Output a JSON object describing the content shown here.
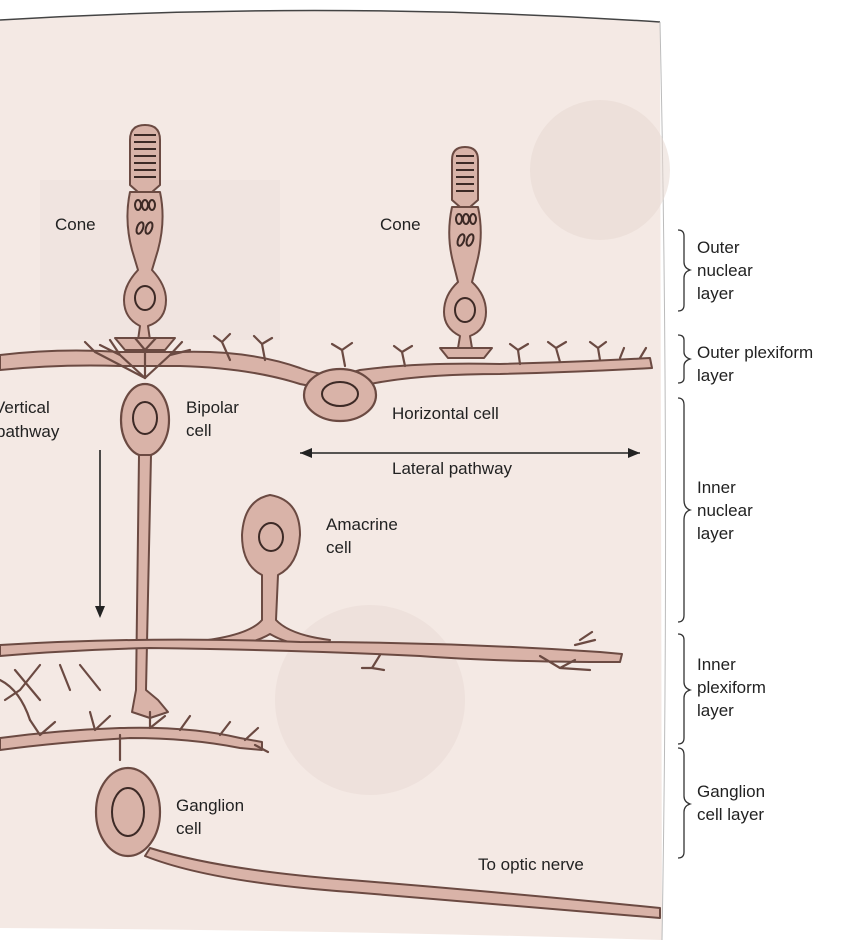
{
  "labels": {
    "cone_left": "Cone",
    "cone_right": "Cone",
    "bipolar_line1": "Bipolar",
    "bipolar_line2": "cell",
    "horizontal": "Horizontal cell",
    "lateral": "Lateral pathway",
    "vertical_line1": "Vertical",
    "vertical_line2": "pathway",
    "amacrine_line1": "Amacrine",
    "amacrine_line2": "cell",
    "ganglion_line1": "Ganglion",
    "ganglion_line2": "cell",
    "optic": "To optic nerve"
  },
  "layers": [
    {
      "line1": "Outer",
      "line2": "nuclear",
      "line3": "layer"
    },
    {
      "line1": "Outer plexiform",
      "line2": "layer",
      "line3": ""
    },
    {
      "line1": "Inner",
      "line2": "nuclear",
      "line3": "layer"
    },
    {
      "line1": "Inner",
      "line2": "plexiform",
      "line3": "layer"
    },
    {
      "line1": "Ganglion",
      "line2": "cell layer",
      "line3": ""
    }
  ],
  "colors": {
    "panel": "#f4e9e4",
    "cell_fill": "#d9b3a8",
    "cell_stroke": "#6b4a42"
  }
}
